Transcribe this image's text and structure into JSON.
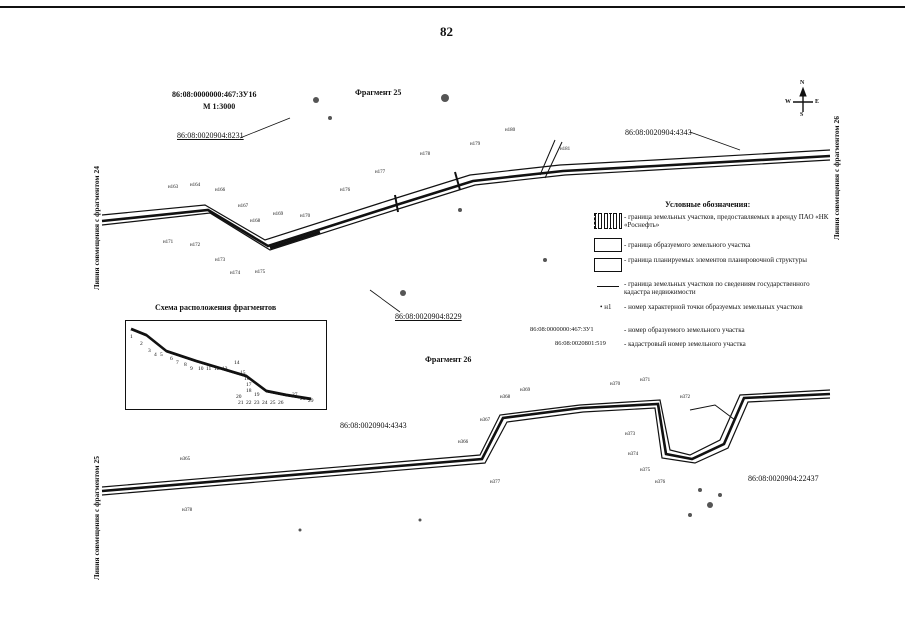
{
  "page": {
    "number": "82"
  },
  "fragment25": {
    "title": "Фрагмент 25",
    "plot_id": "86:08:0000000:467:ЗУ16",
    "scale": "М 1:3000",
    "cadastral_labels": [
      "86:08:0020904:8231",
      "86:08:0020904:4343",
      "86:08:0020904:8229"
    ],
    "left_join_line": "Линия совмещения с фрагментом 24",
    "right_join_line": "Линия совмещения с фрагментом 26",
    "points": [
      "н163",
      "н164",
      "н166",
      "н167",
      "н168",
      "н169",
      "н170",
      "н171",
      "н172",
      "н173",
      "н174",
      "н175",
      "н176",
      "н177",
      "н178",
      "н179",
      "н180",
      "н181"
    ]
  },
  "fragment26": {
    "title": "Фрагмент 26",
    "cadastral_labels": [
      "86:08:0020904:4343",
      "86:08:0020904:22437"
    ],
    "left_join_line": "Линия совмещения с фрагментом 25",
    "points": [
      "н365",
      "н366",
      "н367",
      "н368",
      "н369",
      "н370",
      "н371",
      "н372",
      "н373",
      "н374",
      "н375",
      "н376",
      "н377",
      "н378"
    ]
  },
  "compass": {
    "n": "N",
    "s": "S",
    "w": "W",
    "e": "E"
  },
  "legend": {
    "title": "Условные обозначения:",
    "items": [
      {
        "symbol": "hatched-boundary",
        "text": "- граница земельных участков, предоставляемых в аренду ПАО «НК «Роснефть»"
      },
      {
        "symbol": "thick-boundary",
        "text": "- граница образуемого земельного участка"
      },
      {
        "symbol": "planning-boundary",
        "text": "- граница планируемых элементов планировочной структуры"
      },
      {
        "symbol": "thin-line",
        "text": "- граница земельных участков по сведениям государственного кадастра недвижимости"
      },
      {
        "symbol": "point",
        "symbol_text": "• н1",
        "text": "- номер характерной точки образуемых земельных участков"
      },
      {
        "symbol": "plot-id",
        "symbol_text": "86:08:0000000:467:ЗУ1",
        "text": "- номер образуемого земельного участка"
      },
      {
        "symbol": "cadastral-id",
        "symbol_text": "86:08:0020801:519",
        "text": "- кадастровый номер земельного участка"
      }
    ]
  },
  "scheme": {
    "title": "Схема расположения фрагментов",
    "numbers": [
      "1",
      "2",
      "3",
      "4",
      "5",
      "6",
      "7",
      "8",
      "9",
      "10",
      "11",
      "12",
      "13",
      "14",
      "15",
      "16",
      "17",
      "18",
      "19",
      "20",
      "21",
      "22",
      "23",
      "24",
      "25",
      "26",
      "27",
      "28",
      "29"
    ]
  },
  "colors": {
    "ink": "#111111",
    "paper": "#ffffff",
    "noise": "#555555"
  }
}
